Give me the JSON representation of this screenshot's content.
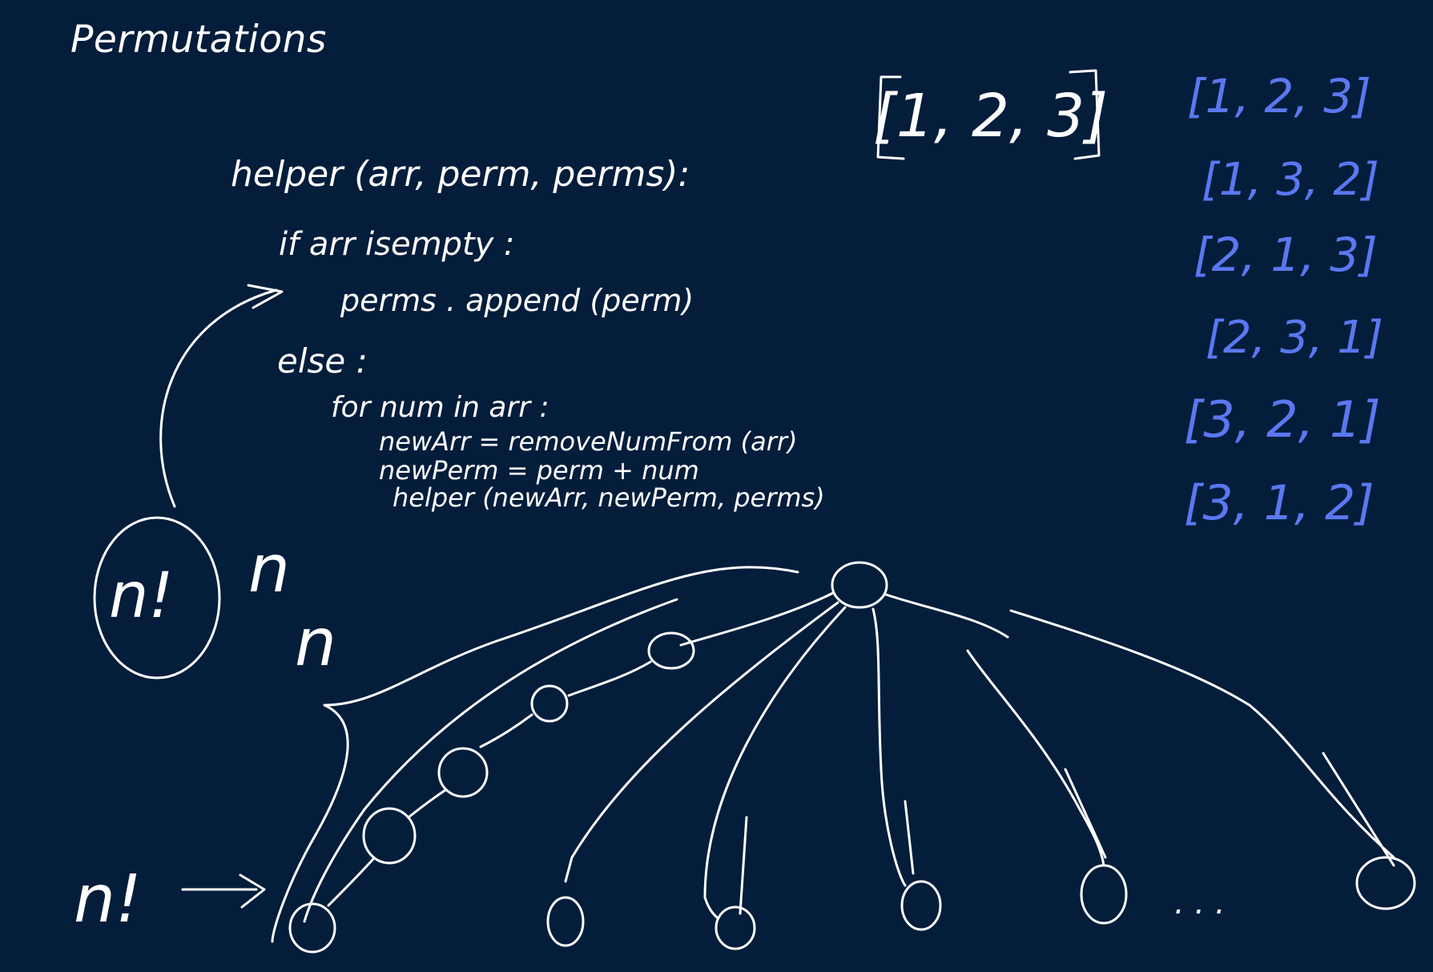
{
  "title": "Permutations",
  "code_lines": [
    "helper (arr, perm, perms):",
    "if arr isempty :",
    "perms . append (perm)",
    "else :",
    "for  num  in  arr :",
    "newArr = removeNumFrom (arr)",
    "newPerm = perm + num",
    "helper (newArr, newPerm, perms)"
  ],
  "input_array": "[1, 2, 3]",
  "permutations": [
    "[1, 2, 3]",
    "[1, 3, 2]",
    "[2, 1, 3]",
    "[2, 3, 1]",
    "[3, 2, 1]",
    "[3, 1, 2]"
  ],
  "labels": {
    "circled_factorial": "n!",
    "n_top": "n",
    "n_bottom": "n",
    "leaves_factorial": "n!",
    "ellipsis": ". . ."
  },
  "colors": {
    "background": "#041d3b",
    "chalk": "#ffffff",
    "permutation_list": "#5a78f0"
  }
}
